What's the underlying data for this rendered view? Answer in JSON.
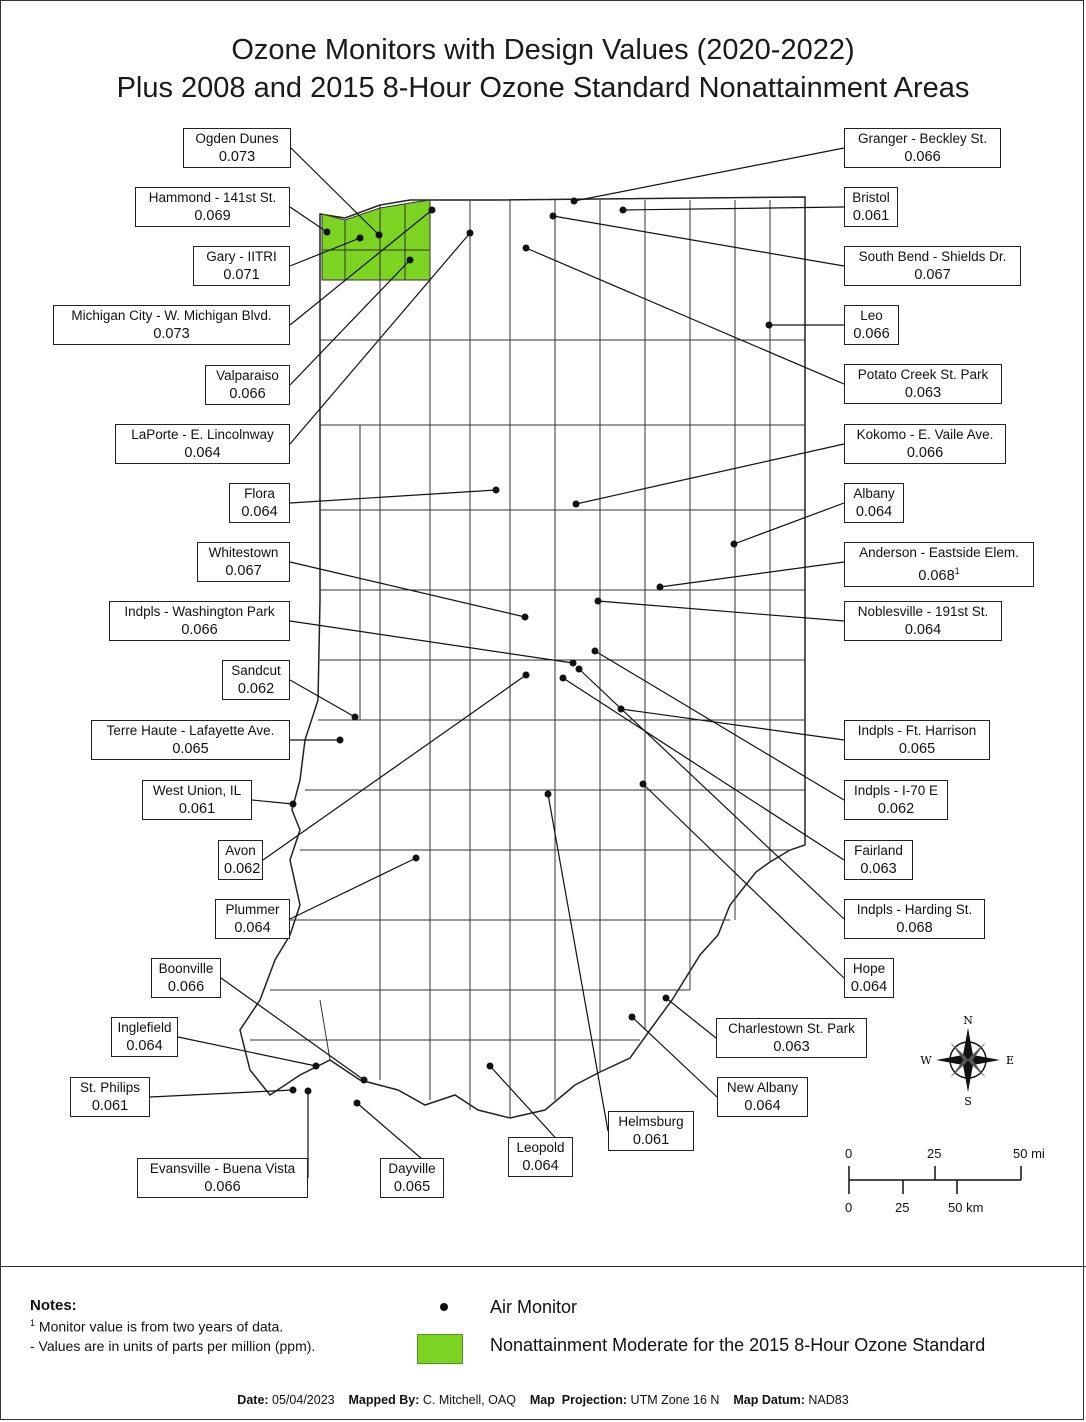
{
  "title": {
    "line1": "Ozone Monitors with Design Values (2020-2022)",
    "line2": "Plus 2008 and 2015 8-Hour Ozone Standard Nonattainment Areas"
  },
  "colors": {
    "nonattainment": "#7cd322",
    "county_line": "#333333",
    "monitor": "#111111"
  },
  "monitors": [
    {
      "name": "Ogden Dunes",
      "value": "0.073"
    },
    {
      "name": "Hammond - 141st St.",
      "value": "0.069"
    },
    {
      "name": "Gary - IITRI",
      "value": "0.071"
    },
    {
      "name": "Michigan City - W. Michigan Blvd.",
      "value": "0.073"
    },
    {
      "name": "Valparaiso",
      "value": "0.066"
    },
    {
      "name": "LaPorte - E. Lincolnway",
      "value": "0.064"
    },
    {
      "name": "Flora",
      "value": "0.064"
    },
    {
      "name": "Whitestown",
      "value": "0.067"
    },
    {
      "name": "Indpls - Washington Park",
      "value": "0.066"
    },
    {
      "name": "Sandcut",
      "value": "0.062"
    },
    {
      "name": "Terre Haute - Lafayette Ave.",
      "value": "0.065"
    },
    {
      "name": "West Union, IL",
      "value": "0.061"
    },
    {
      "name": "Avon",
      "value": "0.062"
    },
    {
      "name": "Plummer",
      "value": "0.064"
    },
    {
      "name": "Boonville",
      "value": "0.066"
    },
    {
      "name": "Inglefield",
      "value": "0.064"
    },
    {
      "name": "St. Philips",
      "value": "0.061"
    },
    {
      "name": "Evansville - Buena Vista",
      "value": "0.066"
    },
    {
      "name": "Dayville",
      "value": "0.065"
    },
    {
      "name": "Leopold",
      "value": "0.064"
    },
    {
      "name": "Helmsburg",
      "value": "0.061"
    },
    {
      "name": "New Albany",
      "value": "0.064"
    },
    {
      "name": "Charlestown St. Park",
      "value": "0.063"
    },
    {
      "name": "Hope",
      "value": "0.064"
    },
    {
      "name": "Indpls - Harding St.",
      "value": "0.068"
    },
    {
      "name": "Fairland",
      "value": "0.063"
    },
    {
      "name": "Indpls - I-70 E",
      "value": "0.062"
    },
    {
      "name": "Indpls - Ft. Harrison",
      "value": "0.065"
    },
    {
      "name": "Noblesville - 191st St.",
      "value": "0.064"
    },
    {
      "name": "Anderson - Eastside Elem.",
      "value": "0.068",
      "footnote": "1"
    },
    {
      "name": "Albany",
      "value": "0.064"
    },
    {
      "name": "Kokomo - E. Vaile Ave.",
      "value": "0.066"
    },
    {
      "name": "Potato Creek St. Park",
      "value": "0.063"
    },
    {
      "name": "Leo",
      "value": "0.066"
    },
    {
      "name": "South Bend - Shields Dr.",
      "value": "0.067"
    },
    {
      "name": "Bristol",
      "value": "0.061"
    },
    {
      "name": "Granger - Beckley St.",
      "value": "0.066"
    }
  ],
  "compass": {
    "n": "N",
    "s": "S",
    "e": "E",
    "w": "W"
  },
  "scale": {
    "mi": [
      "0",
      "25",
      "50 mi"
    ],
    "km": [
      "0",
      "25",
      "50 km"
    ]
  },
  "notes": {
    "heading": "Notes:",
    "fn_mark": "1",
    "line1": " Monitor value is from two years of data.",
    "line2": "- Values are in units of parts per million (ppm)."
  },
  "legend": {
    "monitor": "Air Monitor",
    "nonattainment": "Nonattainment Moderate for the 2015 8-Hour Ozone Standard"
  },
  "footer": {
    "date_label": "Date:",
    "date": "05/04/2023",
    "mapped_label": "Mapped By:",
    "mapped": "C. Mitchell, OAQ",
    "proj_label": "Map  Projection:",
    "proj": "UTM Zone 16 N",
    "datum_label": "Map Datum:",
    "datum": "NAD83"
  }
}
